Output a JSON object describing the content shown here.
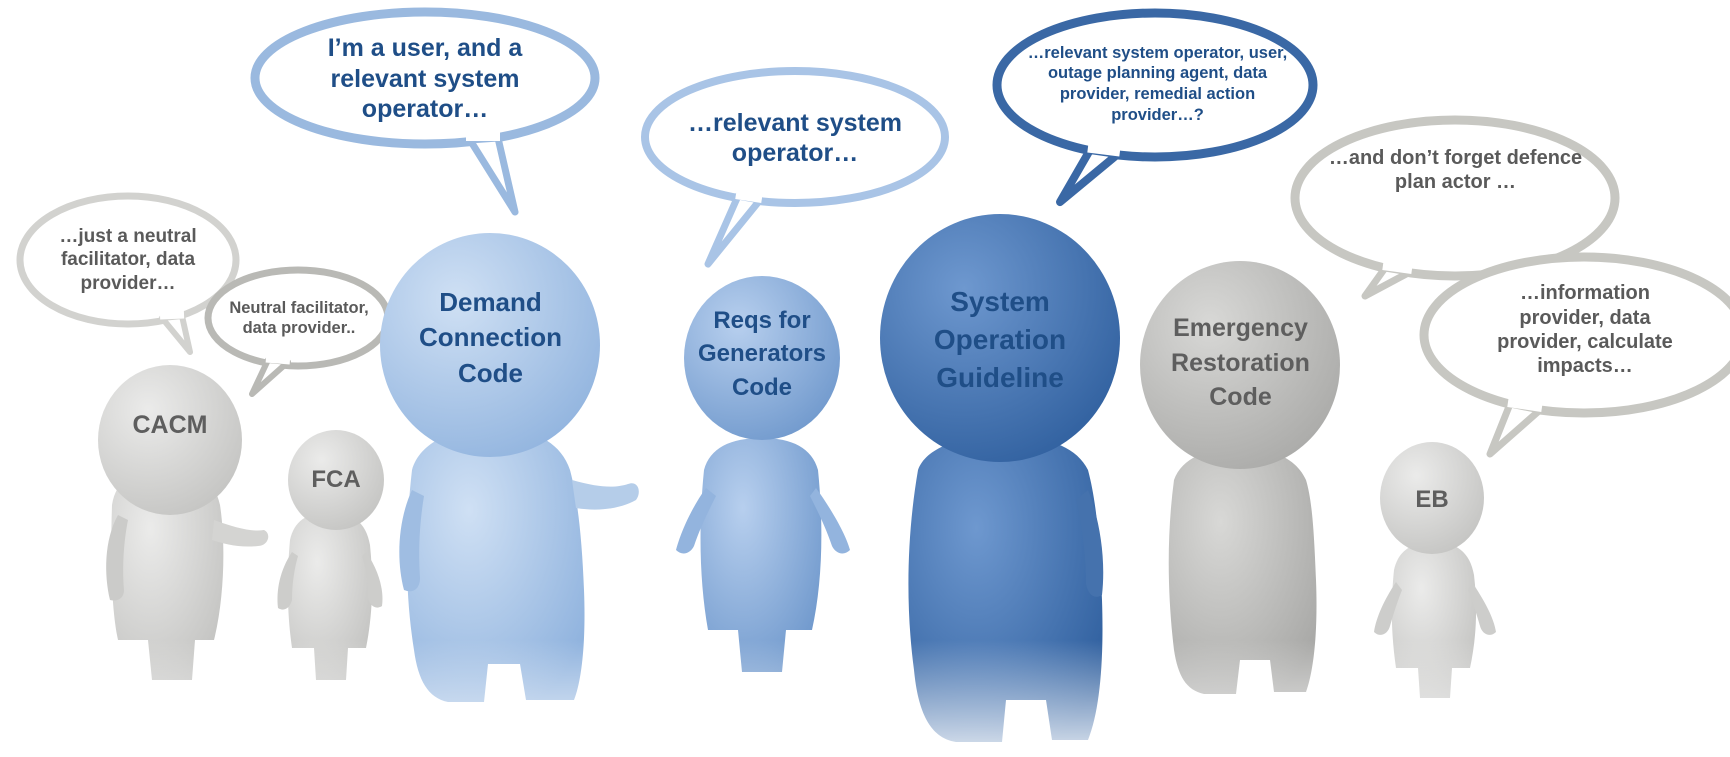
{
  "figures": {
    "cacm": "CACM",
    "fca": "FCA",
    "dcc": "Demand Connection Code",
    "rfg": "Reqs for Generators Code",
    "sog": "System Operation Guideline",
    "erc": "Emergency Restoration Code",
    "eb": "EB"
  },
  "bubbles": {
    "cacm": "…just a neutral facilitator, data provider…",
    "fca": "Neutral facilitator, data provider..",
    "dcc": "I’m a user, and a relevant system operator…",
    "rfg": "…relevant system operator…",
    "sog": "…relevant system operator, user, outage planning agent, data provider, remedial action provider…?",
    "erc": "…and don’t forget defence plan actor …",
    "eb": "…information provider, data provider, calculate impacts…"
  },
  "colors": {
    "grey": "#d2d2d0",
    "light_blue": "#a9c4e6",
    "mid_blue": "#7fa6d6",
    "dark_blue": "#3d6fae",
    "text_blue": "#1f4e87",
    "text_grey": "#5a5a5a"
  }
}
